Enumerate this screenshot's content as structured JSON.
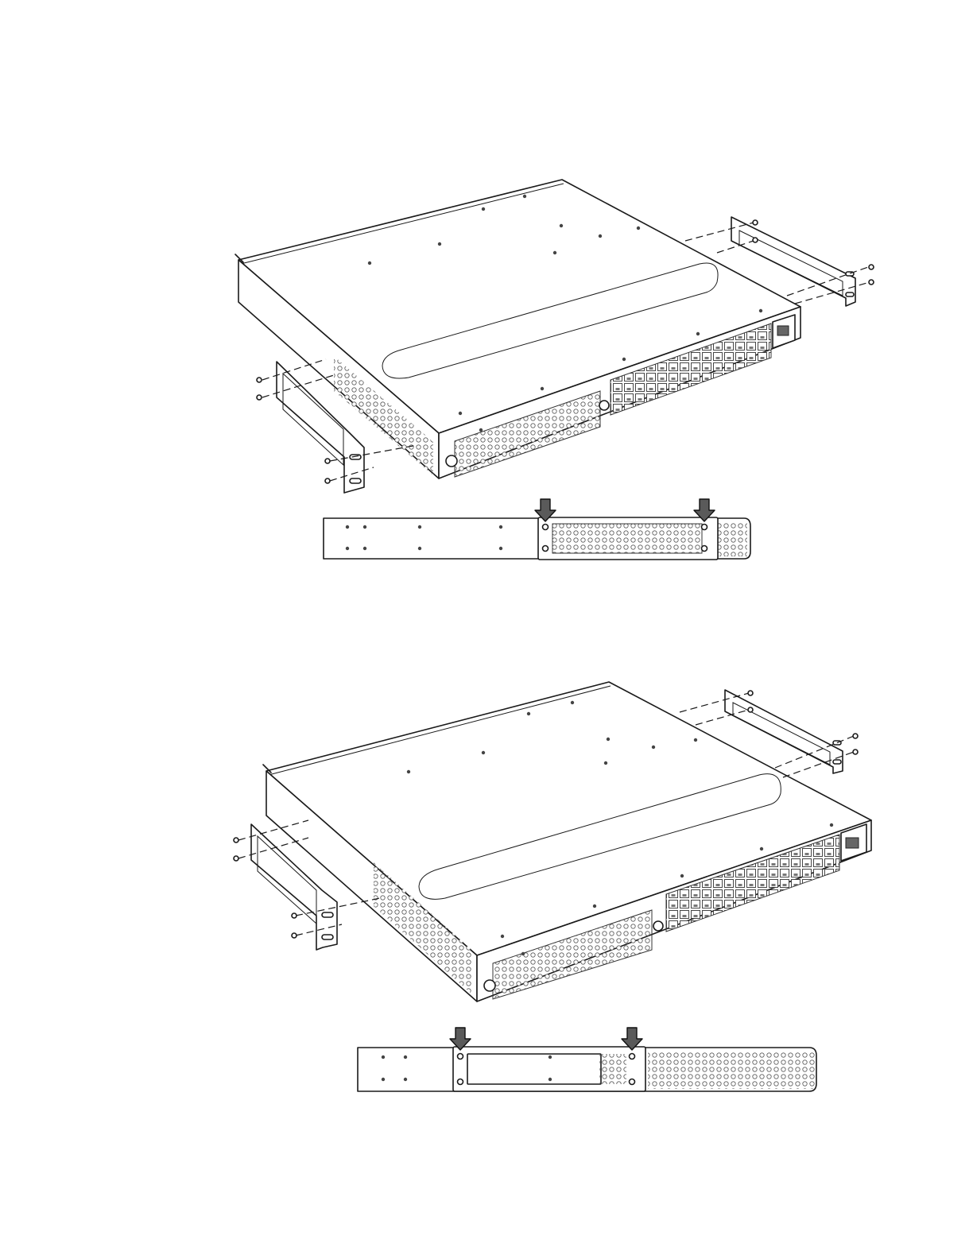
{
  "figures": [
    {
      "id": "figure-a",
      "perspective_view": {
        "label": "switch-with-rack-ears-front-mount"
      },
      "side_view": {
        "arrows": 2
      }
    },
    {
      "id": "figure-b",
      "perspective_view": {
        "label": "switch-with-rack-ears-center-mount"
      },
      "side_view": {
        "arrows": 2
      }
    }
  ],
  "colors": {
    "line": "#1a1a1a",
    "arrow_fill": "#5a5a5a",
    "background": "#ffffff"
  }
}
